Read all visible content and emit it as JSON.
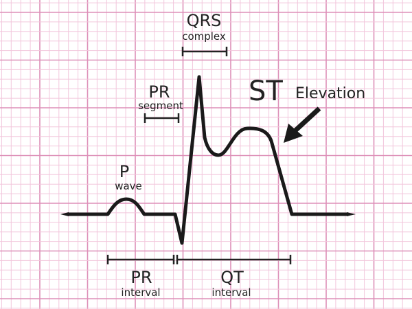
{
  "colors": {
    "grid_minor": "#f2c6dc",
    "grid_major": "#dd8fb8",
    "trace": "#1a1a1a"
  },
  "labels": {
    "qrs": {
      "title": "QRS",
      "sub": "complex"
    },
    "pr_segment": {
      "title": "PR",
      "sub": "segment"
    },
    "st": {
      "title": "ST",
      "sub": "Elevation"
    },
    "p_wave": {
      "title": "P",
      "sub": "wave"
    },
    "pr_interval": {
      "title": "PR",
      "sub": "interval"
    },
    "qt_interval": {
      "title": "QT",
      "sub": "interval"
    }
  }
}
